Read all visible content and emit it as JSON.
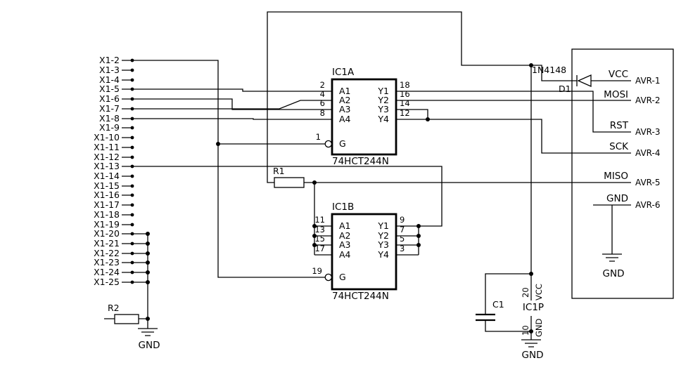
{
  "schematic": {
    "x1": {
      "pins": [
        "X1-2",
        "X1-3",
        "X1-4",
        "X1-5",
        "X1-6",
        "X1-7",
        "X1-8",
        "X1-9",
        "X1-10",
        "X1-11",
        "X1-12",
        "X1-13",
        "X1-14",
        "X1-15",
        "X1-16",
        "X1-17",
        "X1-18",
        "X1-19",
        "X1-20",
        "X1-21",
        "X1-22",
        "X1-23",
        "X1-24",
        "X1-25"
      ]
    },
    "ic1a": {
      "ref": "IC1A",
      "part": "74HCT244N",
      "inputs": [
        {
          "pin": "2",
          "name": "A1"
        },
        {
          "pin": "4",
          "name": "A2"
        },
        {
          "pin": "6",
          "name": "A3"
        },
        {
          "pin": "8",
          "name": "A4"
        }
      ],
      "outputs": [
        {
          "pin": "18",
          "name": "Y1"
        },
        {
          "pin": "16",
          "name": "Y2"
        },
        {
          "pin": "14",
          "name": "Y3"
        },
        {
          "pin": "12",
          "name": "Y4"
        }
      ],
      "enable": {
        "pin": "1",
        "name": "G"
      }
    },
    "ic1b": {
      "ref": "IC1B",
      "part": "74HCT244N",
      "inputs": [
        {
          "pin": "11",
          "name": "A1"
        },
        {
          "pin": "13",
          "name": "A2"
        },
        {
          "pin": "15",
          "name": "A3"
        },
        {
          "pin": "17",
          "name": "A4"
        }
      ],
      "outputs": [
        {
          "pin": "9",
          "name": "Y1"
        },
        {
          "pin": "7",
          "name": "Y2"
        },
        {
          "pin": "5",
          "name": "Y3"
        },
        {
          "pin": "3",
          "name": "Y4"
        }
      ],
      "enable": {
        "pin": "19",
        "name": "G"
      }
    },
    "r1": "R1",
    "r2": "R2",
    "c1": "C1",
    "d1": {
      "ref": "D1",
      "part": "1N4148"
    },
    "ic1p": {
      "ref": "IC1P",
      "vcc_pin": "20",
      "vcc_name": "VCC",
      "gnd_pin": "10",
      "gnd_name": "GND",
      "gnd_symbol_label": "GND"
    },
    "avr": {
      "rows": [
        {
          "signal": "VCC",
          "pin": "AVR-1"
        },
        {
          "signal": "MOSI",
          "pin": "AVR-2"
        },
        {
          "signal": "RST",
          "pin": "AVR-3"
        },
        {
          "signal": "SCK",
          "pin": "AVR-4"
        },
        {
          "signal": "MISO",
          "pin": "AVR-5"
        },
        {
          "signal": "GND",
          "pin": "AVR-6"
        }
      ],
      "gnd_label": "GND"
    },
    "gnd_left": "GND"
  }
}
